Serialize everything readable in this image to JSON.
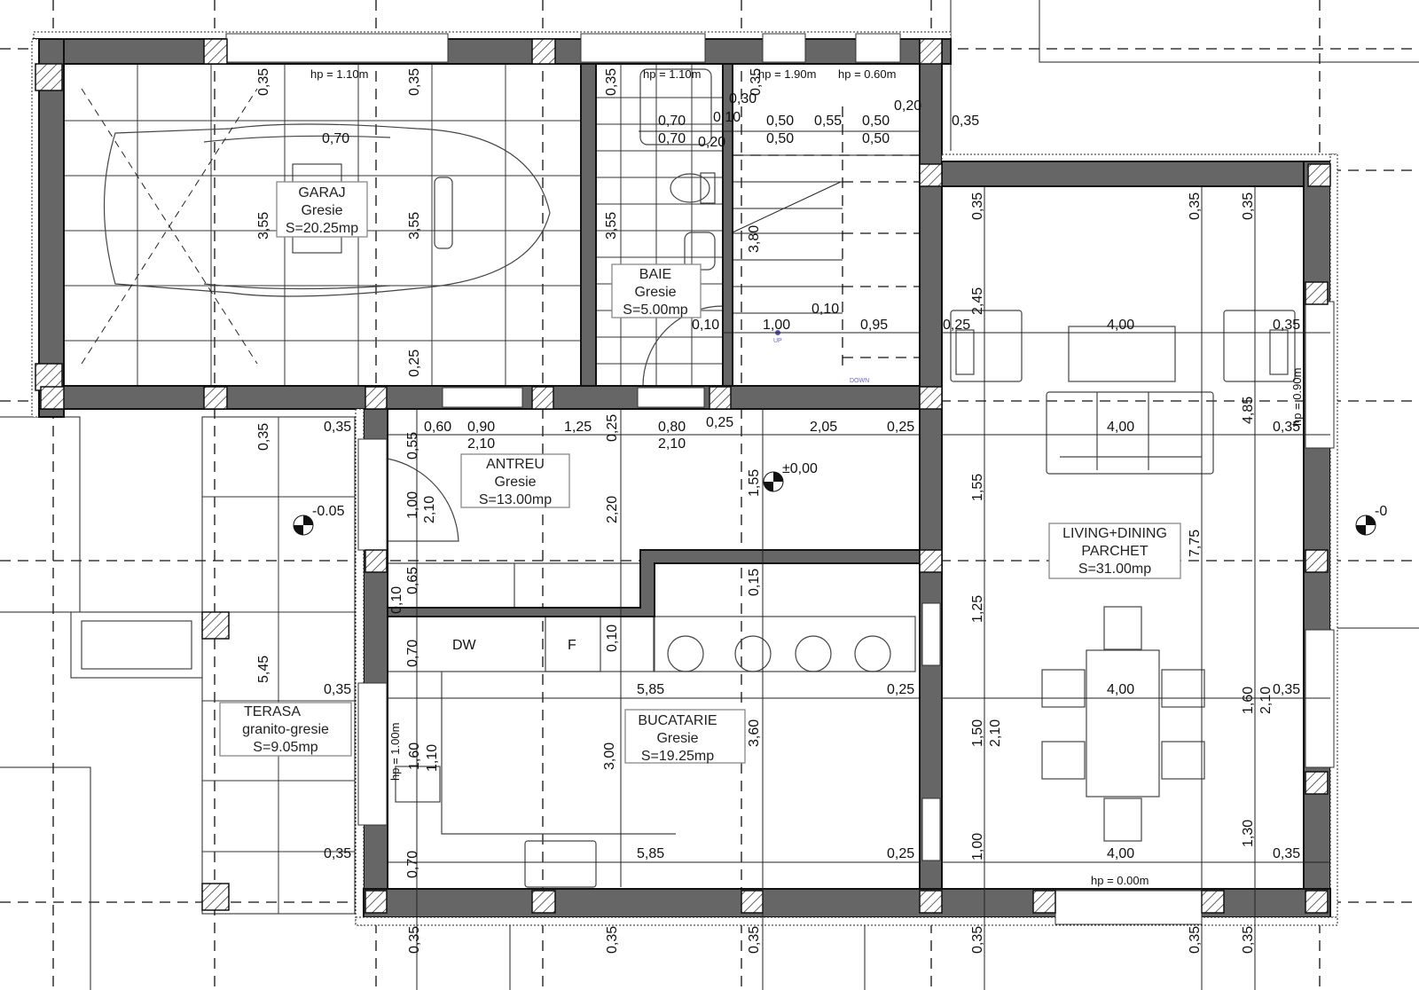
{
  "rooms": {
    "garaj": {
      "name": "GARAJ",
      "floor": "Gresie",
      "area": "S=20.25mp"
    },
    "baie": {
      "name": "BAIE",
      "floor": "Gresie",
      "area": "S=5.00mp"
    },
    "antreu": {
      "name": "ANTREU",
      "floor": "Gresie",
      "area": "S=13.00mp"
    },
    "bucatarie": {
      "name": "BUCATARIE",
      "floor": "Gresie",
      "area": "S=19.25mp"
    },
    "living": {
      "name": "LIVING+DINING",
      "floor": "PARCHET",
      "area": "S=31.00mp"
    },
    "terasa": {
      "name": "TERASA",
      "floor": "granito-gresie",
      "area": "S=9.05mp"
    }
  },
  "window_heights": [
    "hp = 1.10m",
    "hp = 1.10m",
    "hp = 1.90m",
    "hp = 0.60m",
    "hp = 0.90m",
    "hp = 1.00m",
    "hp = 0.00m"
  ],
  "levels": [
    "±0,00",
    "-0.05",
    "-0"
  ],
  "appliances": {
    "dishwasher": "DW",
    "fridge": "F"
  },
  "stairs": {
    "up": "UP",
    "down": "DOWN"
  },
  "dimensions": {
    "top": [
      "0,35",
      "0,35",
      "0,35",
      "0,35",
      "0,30",
      "0,10",
      "0,70",
      "0,70",
      "0,20",
      "0,50",
      "0,55",
      "0,50",
      "0,50",
      "0,50",
      "0,20",
      "0,35",
      "0,70"
    ],
    "garage": [
      "3,55",
      "3,55",
      "3,55",
      "0,25",
      "3,80",
      "0,10",
      "1,00",
      "0,10",
      "0,95"
    ],
    "antreu": [
      "0,35",
      "0,35",
      "0,55",
      "0,60",
      "0,90",
      "2,10",
      "1,25",
      "0,25",
      "0,80",
      "2,10",
      "0,25",
      "2,05",
      "0,25",
      "1,00",
      "2,10",
      "2,20",
      "1,55",
      "0,65",
      "0,15",
      "0,10"
    ],
    "kitchen": [
      "0,70",
      "0,10",
      "5,85",
      "0,25",
      "3,60",
      "3,00",
      "1,60",
      "1,10",
      "0,70",
      "5,85",
      "0,25",
      "0,35",
      "0,35",
      "5,45"
    ],
    "living": [
      "0,35",
      "0,35",
      "0,35",
      "2,45",
      "0,25",
      "4,00",
      "0,35",
      "4,00",
      "0,35",
      "4,85",
      "1,55",
      "7,75",
      "1,25",
      "4,00",
      "1,60",
      "0,35",
      "2,10",
      "1,50",
      "2,10",
      "1,00",
      "1,30",
      "4,00",
      "0,35"
    ],
    "bottom": [
      "0,35",
      "0,35",
      "0,35",
      "0,35",
      "0,35",
      "0,35"
    ]
  }
}
